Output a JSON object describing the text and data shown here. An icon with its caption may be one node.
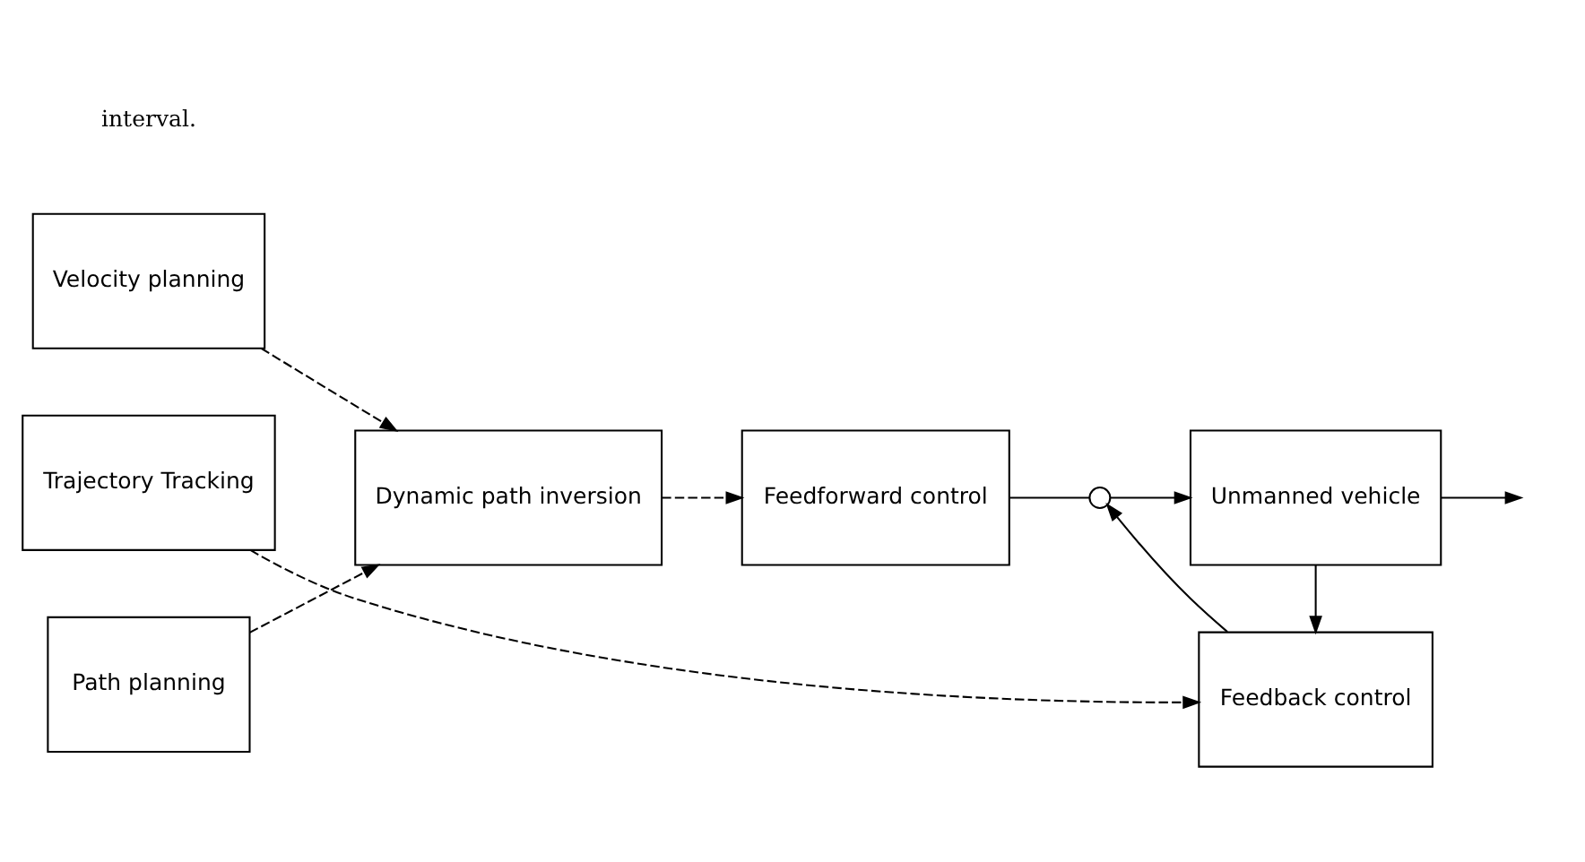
{
  "diagram": {
    "nodes": [
      {
        "text": [
          "Velocity planning"
        ]
      },
      {
        "text": [
          "Path planning"
        ]
      },
      {
        "text": [
          "Dynamic path inversion"
        ]
      },
      {
        "text": [
          "Feedforward control"
        ]
      },
      {
        "text": [],
        "shape": "circle"
      },
      {
        "text": [
          "Unmanned vehicle"
        ]
      },
      {
        "text": [
          "Feedback control"
        ]
      },
      {
        "text": [
          "Trajectory Tracking"
        ]
      }
    ],
    "edges": [
      {
        "from": 0,
        "to": 2,
        "arrow": "to",
        "style": "dashed"
      },
      {
        "from": 1,
        "to": 2,
        "arrow": "to",
        "style": "dashed"
      },
      {
        "from": 2,
        "to": 3,
        "arrow": "to",
        "style": "dashed"
      },
      {
        "from": 3,
        "to": 4,
        "arrow": "none"
      },
      {
        "from": 4,
        "to": 5,
        "arrow": "to"
      },
      {
        "from": 5,
        "to": null,
        "arrow": "to"
      },
      {
        "from": 5,
        "to": 6,
        "arrow": "to"
      },
      {
        "from": 6,
        "to": 4,
        "arrow": "to"
      },
      {
        "from": 7,
        "to": 6,
        "arrow": "to",
        "style": "dashed"
      }
    ],
    "labels": [
      "interval."
    ]
  }
}
